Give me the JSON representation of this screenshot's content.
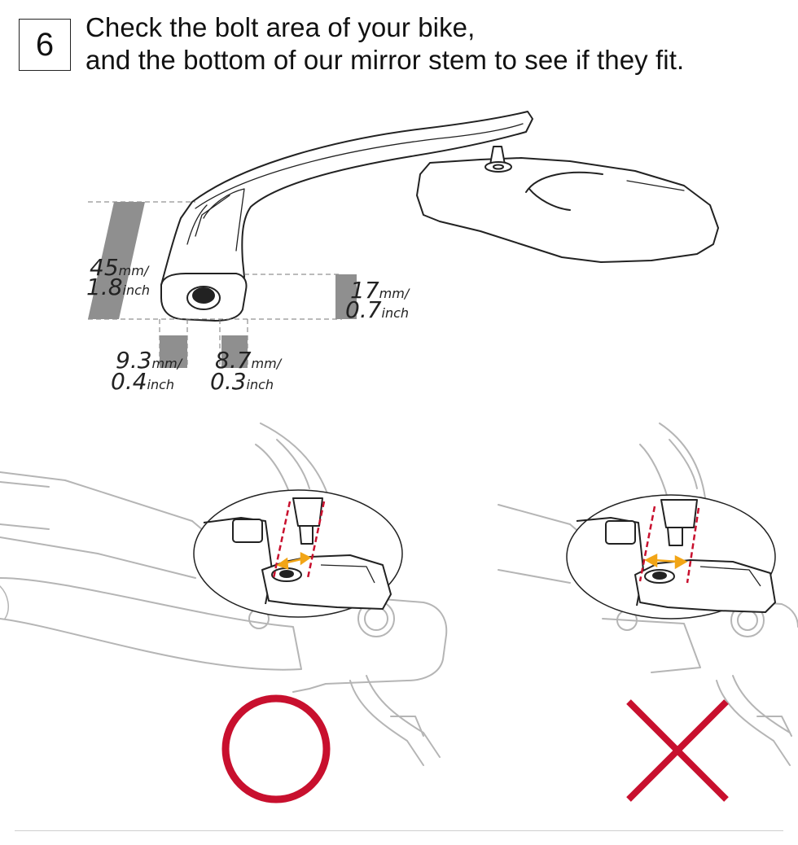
{
  "header": {
    "step_number": "6",
    "line1": "Check the bolt area of your bike,",
    "line2": "and the bottom of our mirror stem to see if they fit."
  },
  "dimensions": {
    "height_total": {
      "mm": "45",
      "mm_unit": "mm/",
      "inch": "1.8",
      "inch_unit": "inch"
    },
    "height_base": {
      "mm": "17",
      "mm_unit": "mm/",
      "inch": "0.7",
      "inch_unit": "inch"
    },
    "width_left": {
      "mm": "9.3",
      "mm_unit": "mm/",
      "inch": "0.4",
      "inch_unit": "inch"
    },
    "width_right": {
      "mm": "8.7",
      "mm_unit": "mm/",
      "inch": "0.3",
      "inch_unit": "inch"
    }
  },
  "colors": {
    "ok_mark": "#c8102e",
    "ng_mark": "#c8102e",
    "gap_arrow": "#f2a516",
    "dim_bar": "#8f8f8f",
    "line_art": "#222222",
    "faded_line_art": "#b5b5b5"
  },
  "icons": {
    "fit_ok": "circle-o-icon",
    "fit_ng": "cross-x-icon"
  }
}
